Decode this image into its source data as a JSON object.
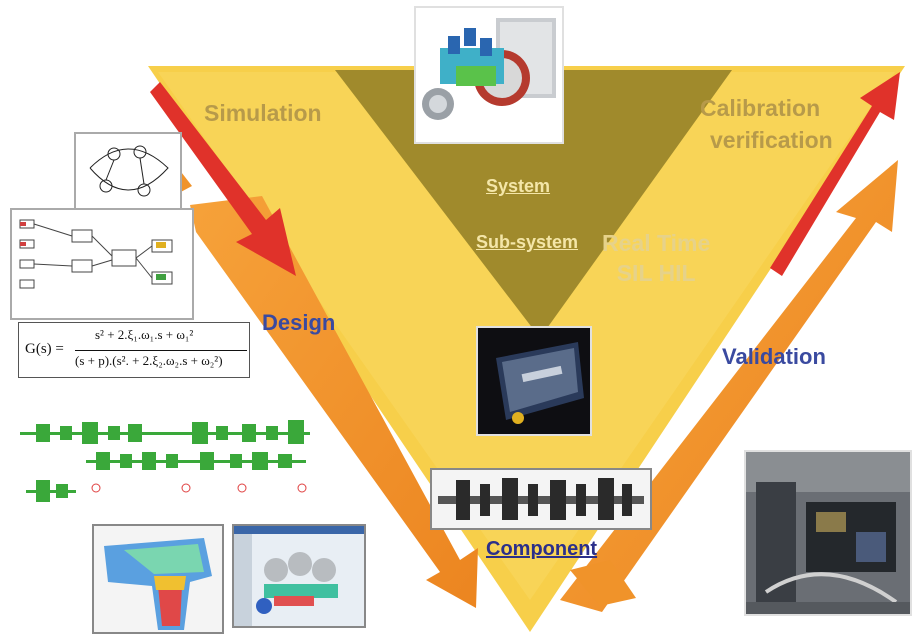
{
  "diagram": {
    "labels": {
      "simulation": "Simulation",
      "calibration_line1": "Calibration",
      "calibration_line2": "verification",
      "system": "System",
      "subsystem": "Sub-system",
      "realtime_line1": "Real Time",
      "realtime_line2": "SIL HIL",
      "design": "Design",
      "validation": "Validation",
      "component": "Component"
    },
    "formula": {
      "lhs": "G(s) =",
      "numerator": "s² + 2.ξ₁.ω₁.s + ω₁²",
      "denominator": "(s + p).(s². + 2.ξ₂.ω₂.s + ω₂²)"
    },
    "colors": {
      "v_fill": "#f7cf4a",
      "v_inner": "#a08a2c",
      "arrow_orange": "#f0932a",
      "arrow_red": "#e0322a",
      "label_tan": "#b79a4a",
      "label_blue": "#3a4aa0"
    },
    "icons": [
      "engine-assembly-image",
      "state-diagram-image",
      "block-diagram-image",
      "schematic-image",
      "fea-image",
      "cad-engine-image",
      "engine-cover-image",
      "crankshaft-image",
      "test-bench-image"
    ]
  }
}
